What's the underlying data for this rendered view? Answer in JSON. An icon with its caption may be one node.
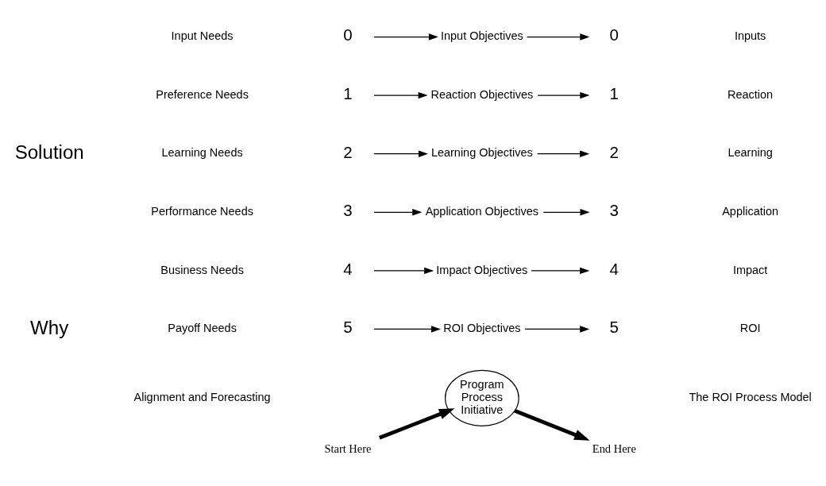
{
  "diagram": {
    "nodes": [
      {
        "text": [
          "Start Here"
        ]
      },
      {
        "text": [
          "End Here"
        ]
      },
      {
        "text": [
          "5"
        ]
      },
      {
        "text": [
          "ROI Objectives"
        ]
      },
      {
        "text": [
          "5"
        ]
      },
      {
        "text": [
          "4"
        ]
      },
      {
        "text": [
          "Impact Objectives"
        ]
      },
      {
        "text": [
          "4"
        ]
      },
      {
        "text": [
          "3"
        ]
      },
      {
        "text": [
          "Application Objectives"
        ]
      },
      {
        "text": [
          "3"
        ]
      },
      {
        "text": [
          "2"
        ]
      },
      {
        "text": [
          "Learning Objectives"
        ]
      },
      {
        "text": [
          "2"
        ]
      },
      {
        "text": [
          "1"
        ]
      },
      {
        "text": [
          "Reaction Objectives"
        ]
      },
      {
        "text": [
          "1"
        ]
      },
      {
        "text": [
          "0"
        ]
      },
      {
        "text": [
          "Input Objectives"
        ]
      },
      {
        "text": [
          "0"
        ]
      },
      {
        "text": [
          "Program Process Initiative"
        ]
      }
    ],
    "edges": [
      {
        "from": 2,
        "to": 3,
        "arrow": "to"
      },
      {
        "from": 3,
        "to": 4,
        "arrow": "to"
      },
      {
        "from": 5,
        "to": 6,
        "arrow": "to"
      },
      {
        "from": 6,
        "to": 7,
        "arrow": "to"
      },
      {
        "from": 8,
        "to": 9,
        "arrow": "to"
      },
      {
        "from": 9,
        "to": 10,
        "arrow": "to"
      },
      {
        "from": 11,
        "to": 12,
        "arrow": "to"
      },
      {
        "from": 12,
        "to": 13,
        "arrow": "to"
      },
      {
        "from": 14,
        "to": 15,
        "arrow": "to"
      },
      {
        "from": 15,
        "to": 16,
        "arrow": "to"
      },
      {
        "from": 17,
        "to": 18,
        "arrow": "to"
      },
      {
        "from": 18,
        "to": 19,
        "arrow": "to"
      },
      {
        "from": 0,
        "to": 20,
        "arrow": "to",
        "style": "thick"
      },
      {
        "from": 20,
        "to": 1,
        "arrow": "to",
        "style": "thick"
      }
    ],
    "labels": [
      "Why",
      "Solution",
      "Payoff Needs",
      "Business Needs",
      "Performance Needs",
      "Learning Needs",
      "Preference Needs",
      "Input Needs",
      "ROI",
      "Impact",
      "Application",
      "Learning",
      "Reaction",
      "Inputs",
      "Alignment and Forecasting",
      "The ROI Process Model"
    ]
  }
}
